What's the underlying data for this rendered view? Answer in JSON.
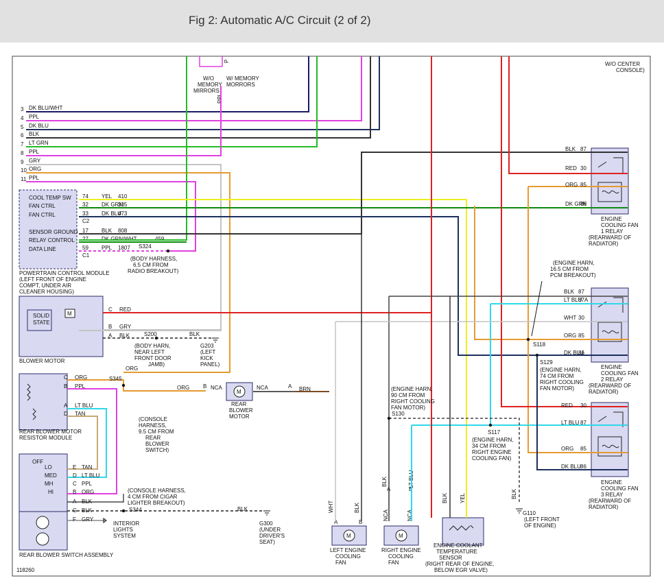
{
  "title": "Fig 2: Automatic A/C Circuit (2 of 2)",
  "figure_number": "118260",
  "colors": {
    "dk_blu_wht": "#1a1a66",
    "ppl": "#e040e0",
    "dk_blu": "#1c2f5e",
    "blk": "#333333",
    "lt_grn": "#22bb22",
    "gry": "#c4c4c4",
    "org": "#e69a30",
    "yel": "#f0ef20",
    "dk_grn": "#0c8a0c",
    "red": "#e02020",
    "lt_blu": "#30d8e8",
    "tan": "#c8a878",
    "wht": "#c4c4c4",
    "brn": "#7a4a20",
    "olive": "#8a7a30"
  },
  "top_labels": {
    "wo_memory": [
      "W/O",
      "MEMORY",
      "MIRRORS"
    ],
    "w_memory": [
      "W/ MEMORY",
      "MORRORS"
    ],
    "ppl_vertical": "PPL",
    "p_vertical": "P",
    "wo_center": [
      "W/O CENTER",
      "CONSOLE)"
    ]
  },
  "left_wires": [
    {
      "num": "3",
      "label": "DK BLU/WHT"
    },
    {
      "num": "4",
      "label": "PPL"
    },
    {
      "num": "5",
      "label": "DK BLU"
    },
    {
      "num": "6",
      "label": "BLK"
    },
    {
      "num": "7",
      "label": "LT GRN"
    },
    {
      "num": "8",
      "label": "PPL"
    },
    {
      "num": "9",
      "label": "GRY"
    },
    {
      "num": "10",
      "label": "ORG"
    },
    {
      "num": "11",
      "label": "PPL"
    }
  ],
  "pcm": {
    "pins": [
      {
        "name": "COOL TEMP SW",
        "pin": "74",
        "color": "YEL",
        "circuit": "410"
      },
      {
        "name": "FAN CTRL",
        "pin": "32",
        "color": "DK GRN",
        "circuit": "335"
      },
      {
        "name": "FAN CTRL",
        "pin": "33",
        "color": "DK BLU",
        "circuit": "473"
      },
      {
        "name": "",
        "pin": "C2",
        "color": "",
        "circuit": ""
      },
      {
        "name": "SENSOR GROUND",
        "pin": "17",
        "color": "BLK",
        "circuit": "808"
      },
      {
        "name": "RELAY CONTROL",
        "pin": "27",
        "color": "DK GRN/WHT",
        "circuit": "459"
      },
      {
        "name": "DATA LINE",
        "pin": "59",
        "color": "PPL",
        "circuit": "1807"
      },
      {
        "name": "",
        "pin": "C1",
        "color": "",
        "circuit": ""
      }
    ],
    "splice": "S324",
    "splice_note": [
      "(BODY HARNESS,",
      "6.5 CM FROM",
      "RADIO BREAKOUT)"
    ],
    "label": [
      "POWERTRAIN CONTROL MODULE",
      "(LEFT FRONT OF ENGINE",
      "COMPT, UNDER AIR",
      "CLEANER HOUSING)"
    ]
  },
  "blower": {
    "label": "BLOWER MOTOR",
    "inner": [
      "SOLID",
      "STATE"
    ],
    "pins": [
      {
        "pin": "C",
        "color": "RED"
      },
      {
        "pin": "B",
        "color": "GRY"
      },
      {
        "pin": "A",
        "color": "BLK"
      }
    ],
    "s200": "S200",
    "s200_blk": "BLK",
    "s200_note": [
      "(BODY HARN,",
      "NEAR LEFT",
      "FRONT DOOR",
      "JAMB)"
    ],
    "g203": [
      "G203",
      "(LEFT",
      "KICK",
      "PANEL)"
    ]
  },
  "rear_resistor": {
    "label": [
      "REAR BLOWER MOTOR",
      "RESISTOR MODULE"
    ],
    "pins": [
      {
        "pin": "C",
        "color": "ORG"
      },
      {
        "pin": "B",
        "color": "PPL"
      },
      {
        "pin": "A",
        "color": "LT BLU"
      },
      {
        "pin": "D",
        "color": "TAN"
      }
    ],
    "s345": "S345",
    "org_up": "ORG",
    "org_mid": "ORG",
    "console_note": [
      "(CONSOLE",
      "HARNESS,",
      "9.5 CM FROM",
      "REAR",
      "BLOWER",
      "SWITCH)"
    ]
  },
  "rear_motor": {
    "label": [
      "REAR",
      "BLOWER",
      "MOTOR"
    ],
    "pin_b": "B",
    "nca_b": "NCA",
    "nca_a": "NCA",
    "pin_a": "A",
    "brn": "BRN"
  },
  "rear_switch": {
    "label": "REAR BLOWER SWITCH ASSEMBLY",
    "positions": [
      "OFF",
      "LO",
      "MED",
      "MH",
      "HI"
    ],
    "pins": [
      {
        "pin": "E",
        "color": "TAN"
      },
      {
        "pin": "D",
        "color": "LT BLU"
      },
      {
        "pin": "C",
        "color": "PPL"
      },
      {
        "pin": "B",
        "color": "ORG"
      },
      {
        "pin": "A",
        "color": "BLK"
      },
      {
        "pin": "G",
        "color": "BLK"
      },
      {
        "pin": "F",
        "color": "GRY"
      }
    ],
    "cigar_note": [
      "(CONSOLE HARNESS,",
      "4 CM FROM CIGAR",
      "LIGHTER BREAKOUT)"
    ],
    "s344": "S344",
    "blk_right": "BLK",
    "interior": [
      "INTERIOR",
      "LIGHTS",
      "SYSTEM"
    ],
    "g300": [
      "G300",
      "(UNDER",
      "DRIVER'S",
      "SEAT)"
    ]
  },
  "relay1": {
    "pins": [
      {
        "color": "BLK",
        "num": "87"
      },
      {
        "color": "RED",
        "num": "30"
      },
      {
        "color": "ORG",
        "num": "85"
      },
      {
        "color": "DK GRN",
        "num": "86"
      }
    ],
    "label": [
      "ENGINE",
      "COOLING FAN",
      "1 RELAY",
      "(REARWARD OF",
      "RADIATOR)"
    ]
  },
  "relay2": {
    "pins": [
      {
        "color": "BLK",
        "num": "87"
      },
      {
        "color": "LT BLU",
        "num": "87A"
      },
      {
        "color": "WHT",
        "num": "30"
      },
      {
        "color": "ORG",
        "num": "85"
      },
      {
        "color": "DK BLU",
        "num": "86"
      }
    ],
    "label": [
      "ENGINE",
      "COOLING FAN",
      "2 RELAY",
      "(REARWARD OF",
      "RADIATOR)"
    ]
  },
  "relay3": {
    "pins": [
      {
        "color": "RED",
        "num": "30"
      },
      {
        "color": "LT BLU",
        "num": "87"
      },
      {
        "color": "ORG",
        "num": "85"
      },
      {
        "color": "DK BLU",
        "num": "86"
      }
    ],
    "label": [
      "ENGINE",
      "COOLING FAN",
      "3 RELAY",
      "(REARWARD OF",
      "RADIATOR)"
    ]
  },
  "splices": {
    "s118": "S118",
    "s118_note": [
      "(ENGINE HARN,",
      "16.5 CM FROM",
      "PCM BREAKOUT)"
    ],
    "s129": "S129",
    "s129_note": [
      "(ENGINE HARN,",
      "74 CM FROM",
      "RIGHT COOLING",
      "FAN MOTOR)"
    ],
    "s130": "S130",
    "s130_note": [
      "(ENGINE HARN,",
      "90 CM FROM",
      "RIGHT COOLING",
      "FAN MOTOR)"
    ],
    "s117": "S117",
    "s117_note": [
      "(ENGINE HARN,",
      "34 CM FROM",
      "RIGHT ENGINE",
      "COOLING FAN)"
    ]
  },
  "bottom": {
    "left_fan": {
      "label": [
        "LEFT ENGINE",
        "COOLING",
        "FAN"
      ],
      "pin_a": "A",
      "pin_b": "B",
      "wire_a": "WHT",
      "wire_b": "BLK"
    },
    "right_fan": {
      "label": [
        "RIGHT ENGINE",
        "COOLING",
        "FAN"
      ],
      "pin_a": "A",
      "pin_b": "B",
      "wire_a": "BLK",
      "wire_b": "LT BLU",
      "nca1": "NCA",
      "nca2": "NCA"
    },
    "sensor": {
      "label": [
        "ENGINE COOLANT",
        "TEMPERATURE",
        "SENSOR",
        "(RIGHT REAR OF ENGINE,",
        "BELOW EGR VALVE)"
      ],
      "wire_a": "BLK",
      "wire_b": "YEL"
    },
    "g110_blk": "BLK",
    "g110": [
      "G110",
      "(LEFT FRONT",
      "OF ENGINE)"
    ]
  }
}
